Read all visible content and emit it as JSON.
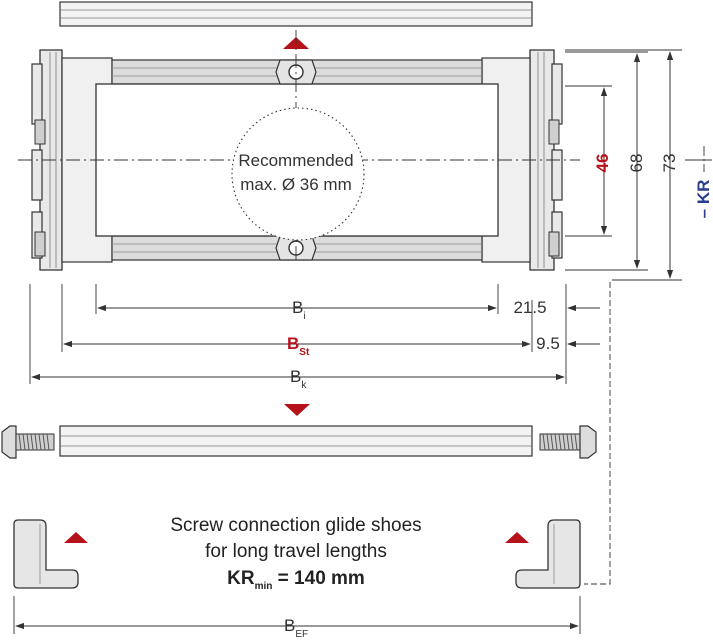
{
  "labels": {
    "recommended_line1": "Recommended",
    "recommended_line2": "max. Ø 36 mm",
    "dim_46": "46",
    "dim_68": "68",
    "dim_73": "73",
    "dim_kr": "– KR",
    "dim_215": "21.5",
    "dim_95": "9.5",
    "bi_main": "B",
    "bi_sub": "i",
    "bst_main": "B",
    "bst_sub": "St",
    "bk_main": "B",
    "bk_sub": "k",
    "bef_main": "B",
    "bef_sub": "EF",
    "note_line1": "Screw connection glide shoes",
    "note_line2": "for long travel lengths",
    "kr_main": "KR",
    "kr_sub": "min",
    "kr_value": " = 140 mm"
  },
  "colors": {
    "accent_red": "#b5121b",
    "accent_blue": "#2b3d8f",
    "line": "#333333",
    "part_fill": "#e6e6e6",
    "part_dark": "#9a9a9a"
  }
}
